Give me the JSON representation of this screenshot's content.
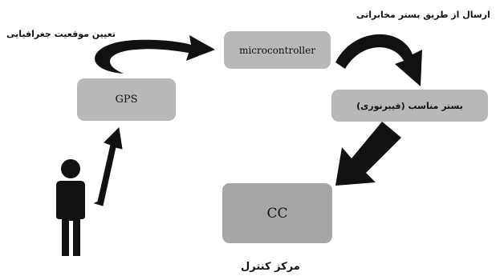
{
  "nodes": {
    "microcontroller": "microcontroller",
    "gps": "GPS",
    "channel": "بستر مناسب (فیبرنوری)",
    "cc": "CC"
  },
  "labels": {
    "positioning": "تعیین موقعیت جغرافیایی",
    "send_via": "ارسال از طریق بستر مخابراتی",
    "control_center": "مرکز کنترل"
  },
  "colors": {
    "box_fill": "#b8b8b8",
    "cc_fill": "#a6a6a6",
    "arrow": "#111111"
  }
}
